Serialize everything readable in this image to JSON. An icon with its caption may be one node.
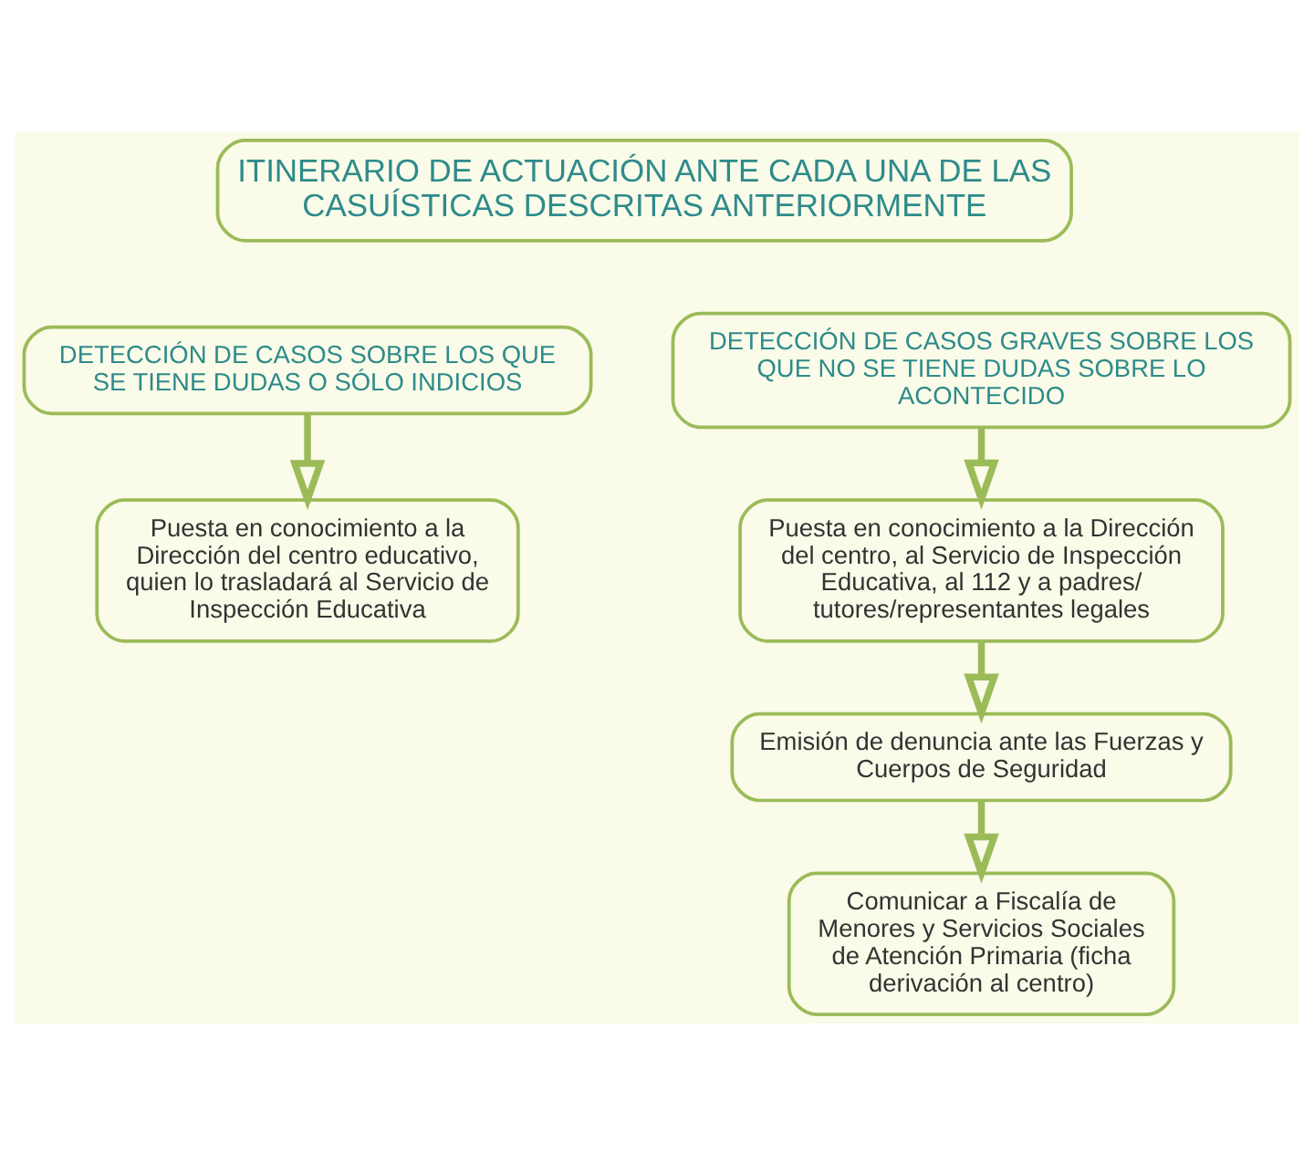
{
  "diagram": {
    "nodes": [
      {
        "text": [
          "ITINERARIO DE ACTUACIÓN ANTE CADA UNA DE LAS CASUÍSTICAS DESCRITAS ANTERIORMENTE"
        ]
      },
      {
        "text": [
          "DETECCIÓN DE CASOS SOBRE LOS QUE SE TIENE DUDAS O SÓLO INDICIOS"
        ]
      },
      {
        "text": [
          "DETECCIÓN DE CASOS GRAVES SOBRE LOS QUE NO SE TIENE DUDAS SOBRE LO ACONTECIDO"
        ]
      },
      {
        "text": [
          "Puesta en conocimiento a la Dirección del centro educativo, quien lo trasladará al Servicio de Inspección Educativa"
        ]
      },
      {
        "text": [
          "Puesta en conocimiento a la Dirección del centro, al Servicio de Inspección Educativa, al 112 y a padres/ tutores/representantes legales"
        ]
      },
      {
        "text": [
          "Emisión de denuncia ante las Fuerzas y Cuerpos de Seguridad"
        ]
      },
      {
        "text": [
          "Comunicar a Fiscalía de Menores y Servicios Sociales de Atención Primaria (ficha derivación al centro)"
        ]
      }
    ],
    "edges": [
      {
        "from": 1,
        "to": 3,
        "arrow": "to"
      },
      {
        "from": 2,
        "to": 4,
        "arrow": "to"
      },
      {
        "from": 4,
        "to": 5,
        "arrow": "to"
      },
      {
        "from": 5,
        "to": 6,
        "arrow": "to"
      }
    ]
  }
}
